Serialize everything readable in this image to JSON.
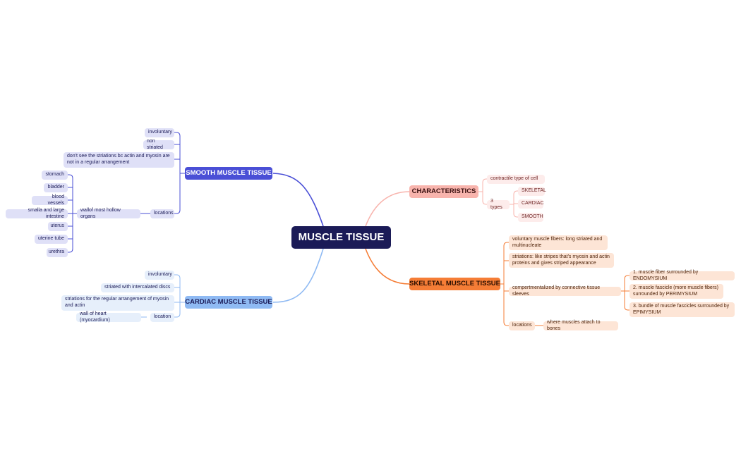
{
  "center": "MUSCLE TISSUE",
  "smooth": {
    "title": "SMOOTH MUSCLE TISSUE",
    "involuntary": "involuntary",
    "non_striated": "non striated",
    "striations": "don't see the striations bc actin and myosin are not in a regular arrangement",
    "locations": "locations",
    "wall": "wallof most hollow organs",
    "organs": [
      "stomach",
      "bladder",
      "blood vessels",
      "smalla and large intestine",
      "uterus",
      "uterine tube",
      "urethra"
    ]
  },
  "cardiac": {
    "title": "CARDIAC MUSCLE TISSUE",
    "involuntary": "involuntary",
    "striated": "striated with intercalated discs",
    "striations": "striations for the regular arrangement of myosin and actin",
    "location": "location",
    "wall": "wall of heart (myocardium)"
  },
  "characteristics": {
    "title": "CHARACTERISTICS",
    "contractile": "contractile type of cell",
    "types_label": "3 types",
    "types": [
      "SKELETAL",
      "CARDIAC",
      "SMOOTH"
    ]
  },
  "skeletal": {
    "title": "SKELETAL MUSCLE TISSUE",
    "voluntary": "voluntary muscle fibers: long striated and multinucleate",
    "striations": "striations: like stripes that's myosin and actin proteins and gives striped appearance",
    "compartment": "compertmentalized by connective tissue sleeves",
    "layers": [
      "1. muscle fiber surrounded by ENDOMYSIUM",
      "2. muscle fascicle (more muscle fibers) surrounded by PERIMYSIUM",
      "3. bundle of muscle fascicles surrounded by EPIMYSIUM"
    ],
    "locations": "locations",
    "where": "where muscles attach to bones"
  },
  "colors": {
    "smooth": "#4a4fd6",
    "cardiac": "#8fbaf3",
    "characteristics": "#f8b4ad",
    "skeletal": "#f57d36",
    "center": "#1b1b57"
  }
}
